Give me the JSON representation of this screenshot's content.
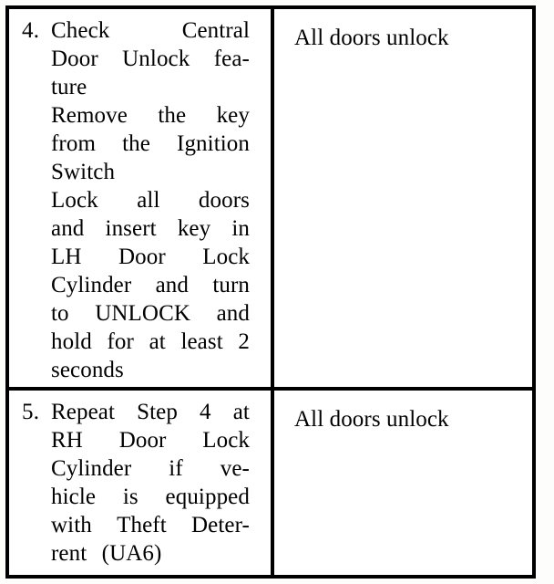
{
  "document": {
    "type": "procedure-table",
    "background_color": "#fdfdfb",
    "ink_color": "#000000",
    "columns": 2,
    "rows": 2
  },
  "rows": [
    {
      "step_number": "4.",
      "action_lines": [
        {
          "words": [
            "Check",
            "Central"
          ],
          "justified": true
        },
        {
          "words": [
            "Door",
            "Unlock",
            "fea-"
          ],
          "justified": true
        },
        {
          "words": [
            "ture"
          ],
          "justified": false
        },
        {
          "words": [
            "Remove",
            "the",
            "key"
          ],
          "justified": true
        },
        {
          "words": [
            "from",
            "the",
            "Ignition"
          ],
          "justified": true
        },
        {
          "words": [
            "Switch"
          ],
          "justified": false
        },
        {
          "words": [
            "Lock",
            "all",
            "doors"
          ],
          "justified": true
        },
        {
          "words": [
            "and",
            "insert",
            "key",
            "in"
          ],
          "justified": true
        },
        {
          "words": [
            "LH",
            "Door",
            "Lock"
          ],
          "justified": true
        },
        {
          "words": [
            "Cylinder",
            "and",
            "turn"
          ],
          "justified": true
        },
        {
          "words": [
            "to",
            "UNLOCK",
            "and"
          ],
          "justified": true
        },
        {
          "words": [
            "hold",
            "for",
            "at",
            "least",
            "2"
          ],
          "justified": true
        },
        {
          "words": [
            "seconds"
          ],
          "justified": false
        }
      ],
      "action_text": "Check Central Door Unlock feature Remove the key from the Ignition Switch Lock all doors and insert key in LH Door Lock Cylinder and turn to UNLOCK and hold for at least 2 seconds",
      "result_text": "All doors unlock"
    },
    {
      "step_number": "5.",
      "action_lines": [
        {
          "words": [
            "Repeat",
            "Step",
            "4",
            "at"
          ],
          "justified": true
        },
        {
          "words": [
            "RH",
            "Door",
            "Lock"
          ],
          "justified": true
        },
        {
          "words": [
            "Cylinder",
            "if",
            "ve-"
          ],
          "justified": true
        },
        {
          "words": [
            "hicle",
            "is",
            "equipped"
          ],
          "justified": true
        },
        {
          "words": [
            "with",
            "Theft",
            "Deter-"
          ],
          "justified": true
        },
        {
          "words": [
            "rent",
            "(UA6)"
          ],
          "justified": false
        }
      ],
      "action_text": "Repeat Step 4 at RH Door Lock Cylinder if vehicle is equipped with Theft Deterrent (UA6)",
      "result_text": "All doors unlock"
    }
  ]
}
